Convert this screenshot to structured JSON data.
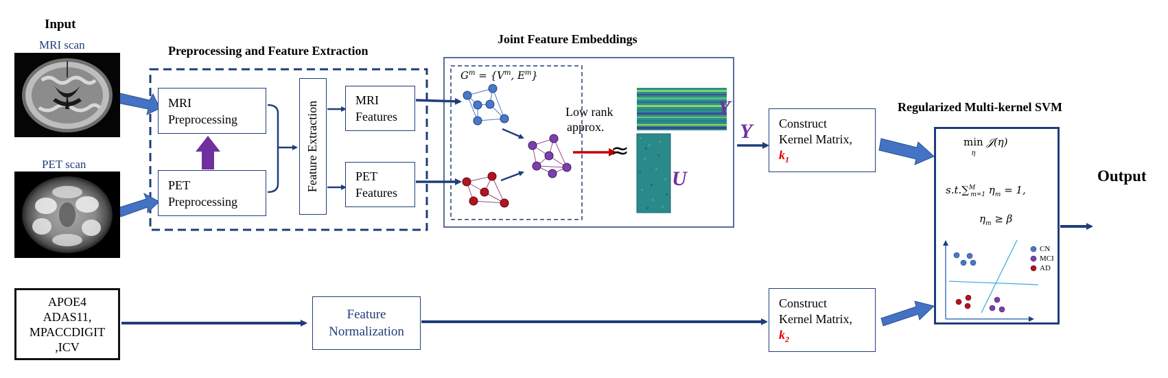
{
  "labels": {
    "input_title": "Input",
    "mri_scan": "MRI scan",
    "pet_scan": "PET scan",
    "preproc_title": "Preprocessing and Feature Extraction",
    "joint_title": "Joint Feature Embeddings",
    "svm_title": "Regularized Multi-kernel SVM",
    "output": "Output"
  },
  "boxes": {
    "mri_pre_line1": "MRI",
    "mri_pre_line2": "Preprocessing",
    "pet_pre_line1": "PET",
    "pet_pre_line2": "Preprocessing",
    "feature_extraction": "Feature Extraction",
    "mri_feat_line1": "MRI",
    "mri_feat_line2": "Features",
    "pet_feat_line1": "PET",
    "pet_feat_line2": "Features",
    "clinical_lines": [
      "APOE4",
      "ADAS11,",
      "MPACCDIGIT",
      ",ICV"
    ],
    "feature_norm_line1": "Feature",
    "feature_norm_line2": "Normalization",
    "k1_line1": "Construct",
    "k1_line2": "Kernel Matrix,",
    "k1_symbol": "k",
    "k1_sub": "1",
    "k2_line1": "Construct",
    "k2_line2": "Kernel Matrix,",
    "k2_symbol": "k",
    "k2_sub": "2"
  },
  "embedding": {
    "graph_label": "G",
    "graph_sup": "m",
    "graph_eq": " = {V",
    "graph_v_sup": "m",
    "graph_sep": ", E",
    "graph_e_sup": "m",
    "graph_close": "}",
    "low_rank_line1": "Low rank",
    "low_rank_line2": "approx.",
    "approx_symbol": "≈",
    "y_label": "Y",
    "u_label": "U",
    "y_arrow_label": "Y"
  },
  "svm": {
    "min_text": "min",
    "min_sub": "η",
    "objective": "𝒥(η)",
    "constraint1": "s.t.∑",
    "constraint1_sup": "M",
    "constraint1_sub": "m=1",
    "constraint1_tail": " η",
    "constraint1_tail_sub": "m",
    "constraint1_end": " = 1,",
    "constraint2": "η",
    "constraint2_sub": "m",
    "constraint2_end": " ≥ β",
    "legend": [
      "CN",
      "MCI",
      "AD"
    ]
  },
  "colors": {
    "navy": "#1f3d7a",
    "blue_arrow": "#4472c4",
    "purple": "#7030a0",
    "red": "#c00000",
    "cn": "#4a78c8",
    "mci": "#7b3fb0",
    "ad": "#b3141e",
    "k_red": "#e00000",
    "cyan_line": "#33aadd"
  }
}
